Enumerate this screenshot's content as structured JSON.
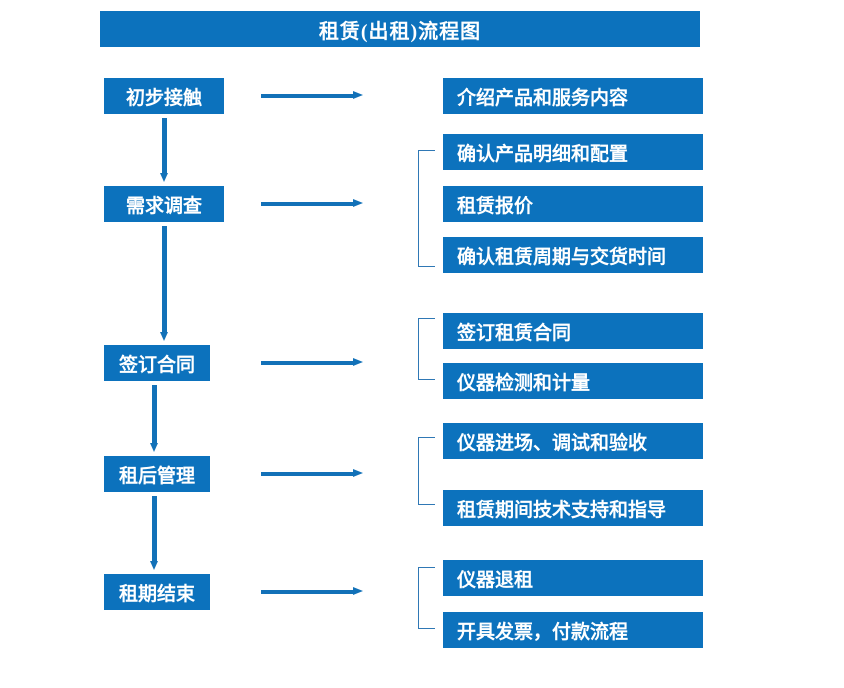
{
  "diagram": {
    "title": "租赁(出租)流程图",
    "accent_color": "#0c72bd",
    "line_color": "#1271b8",
    "bracket_color": "#2f78b5",
    "text_color": "#ffffff",
    "background_color": "#ffffff",
    "stages": [
      {
        "id": "stage-1",
        "label": "初步接触",
        "arrow": "right-arrow",
        "has_bracket": false,
        "details": [
          "介绍产品和服务内容"
        ]
      },
      {
        "id": "stage-2",
        "label": "需求调查",
        "arrow": "right-arrow",
        "has_bracket": true,
        "details": [
          "确认产品明细和配置",
          "租赁报价",
          "确认租赁周期与交货时间"
        ]
      },
      {
        "id": "stage-3",
        "label": "签订合同",
        "arrow": "right-arrow",
        "has_bracket": true,
        "details": [
          "签订租赁合同",
          "仪器检测和计量"
        ]
      },
      {
        "id": "stage-4",
        "label": "租后管理",
        "arrow": "right-arrow",
        "has_bracket": true,
        "details": [
          "仪器进场、调试和验收",
          "租赁期间技术支持和指导"
        ]
      },
      {
        "id": "stage-5",
        "label": "租期结束",
        "arrow": "right-arrow",
        "has_bracket": true,
        "details": [
          "仪器退租",
          "开具发票，付款流程"
        ]
      }
    ],
    "flow_connectors": [
      {
        "from": "初步接触",
        "to": "需求调查",
        "type": "down-arrow"
      },
      {
        "from": "需求调查",
        "to": "签订合同",
        "type": "down-arrow"
      },
      {
        "from": "签订合同",
        "to": "租后管理",
        "type": "down-arrow"
      },
      {
        "from": "租后管理",
        "to": "租期结束",
        "type": "down-arrow"
      }
    ]
  }
}
